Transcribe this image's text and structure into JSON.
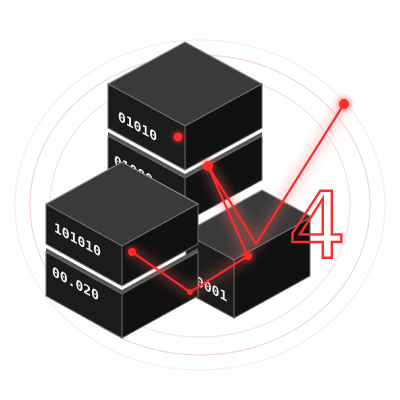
{
  "colors": {
    "background": "#ffffff",
    "block_top": "#3a3a3a",
    "block_left": "#1b1b1b",
    "block_right": "#111111",
    "block_edge": "#8a8a8a",
    "accent": "#ff2a2a",
    "glow": "#ff6a6a",
    "code_text": "#f2f2f2",
    "ring": "#f4d6d6"
  },
  "blocks": {
    "top_codes": [
      "01010",
      "01000"
    ],
    "left_codes": [
      "101010",
      "00.020"
    ],
    "right_code": "0001"
  },
  "digit": "4",
  "icons": {
    "status_led": "red-dot-icon",
    "trend_line": "trend-arrow-icon"
  }
}
